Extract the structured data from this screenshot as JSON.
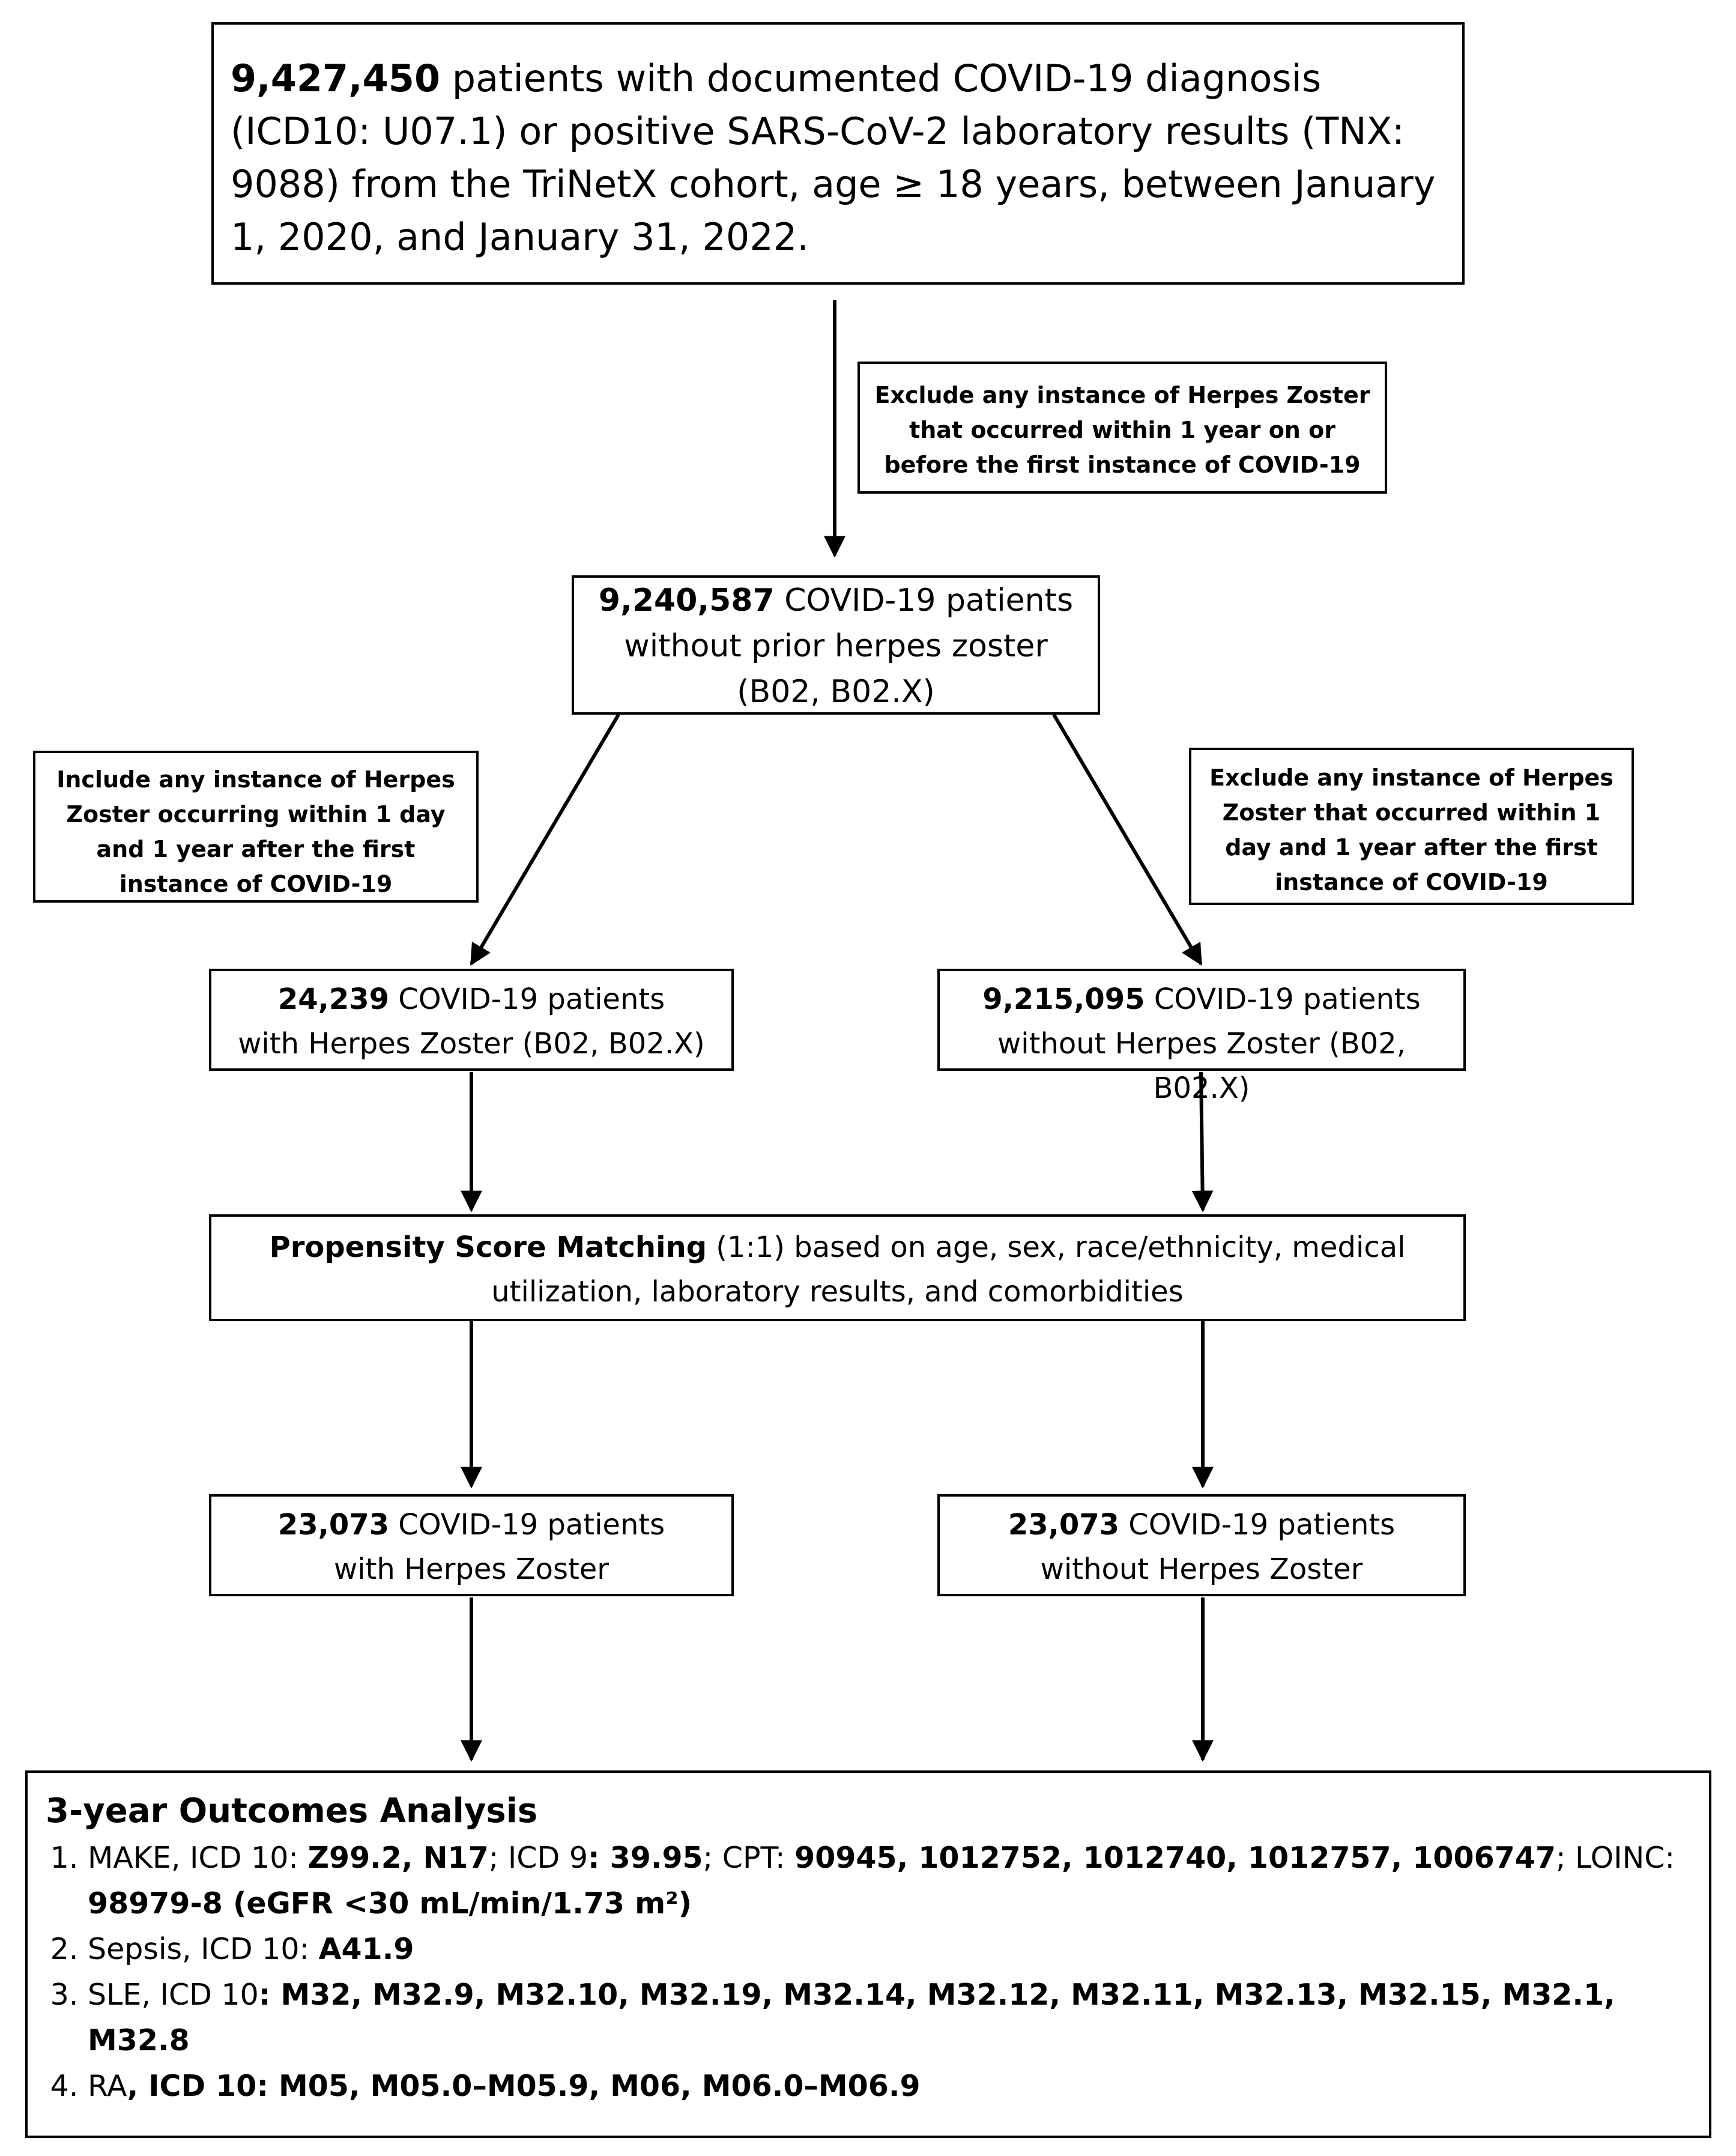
{
  "top": {
    "bold": "9,427,450",
    "text": " patients with documented COVID-19 diagnosis (ICD10: U07.1) or positive SARS-CoV-2 laboratory results (TNX: 9088) from the TriNetX cohort, age ≥ 18 years, between January 1, 2020, and January 31, 2022."
  },
  "exclude_prior": "Exclude any instance of Herpes Zoster that occurred within 1 year on or before the first instance of COVID-19",
  "no_prior": {
    "bold": "9,240,587",
    "line1": " COVID-19 patients",
    "line2": "without prior herpes zoster",
    "line3": "(B02, B02.X)"
  },
  "include_hz": "Include any instance of Herpes Zoster occurring within 1 day and 1 year after the first instance of COVID-19",
  "exclude_hz": "Exclude any instance of Herpes Zoster that occurred within 1 day and 1 year after the first instance of COVID-19",
  "with_hz": {
    "bold": "24,239",
    "line1": " COVID-19 patients",
    "line2": "with Herpes Zoster (B02, B02.X)"
  },
  "without_hz": {
    "bold": "9,215,095",
    "line1": " COVID-19 patients",
    "line2": "without Herpes Zoster (B02, B02.X)"
  },
  "psm": {
    "bold": "Propensity Score Matching",
    "text": " (1:1) based on age, sex, race/ethnicity, medical utilization, laboratory results, and comorbidities"
  },
  "matched_with": {
    "bold": "23,073",
    "line1": " COVID-19 patients",
    "line2": "with Herpes Zoster"
  },
  "matched_without": {
    "bold": "23,073",
    "line1": " COVID-19 patients",
    "line2": "without Herpes Zoster"
  },
  "outcomes": {
    "title": "3-year Outcomes Analysis",
    "item1": {
      "a": "MAKE, ICD 10: ",
      "b": "Z99.2, N17",
      "c": "; ICD 9",
      "d": ": 39.95",
      "e": "; CPT: ",
      "f": "90945, 1012752, 1012740, 1012757, 1006747",
      "g": "; LOINC: ",
      "h": "98979-8 (eGFR <30 mL/min/1.73 m²)"
    },
    "item2": {
      "a": "Sepsis, ICD 10: ",
      "b": "A41.9"
    },
    "item3": {
      "a": "SLE, ICD 10",
      "b": ": M32, M32.9, M32.10, M32.19, M32.14, M32.12, M32.11, M32.13, M32.15, M32.1, M32.8"
    },
    "item4": {
      "a": "RA",
      "b": ", ICD 10: M05, M05.0–M05.9, M06, M06.0–M06.9"
    }
  }
}
